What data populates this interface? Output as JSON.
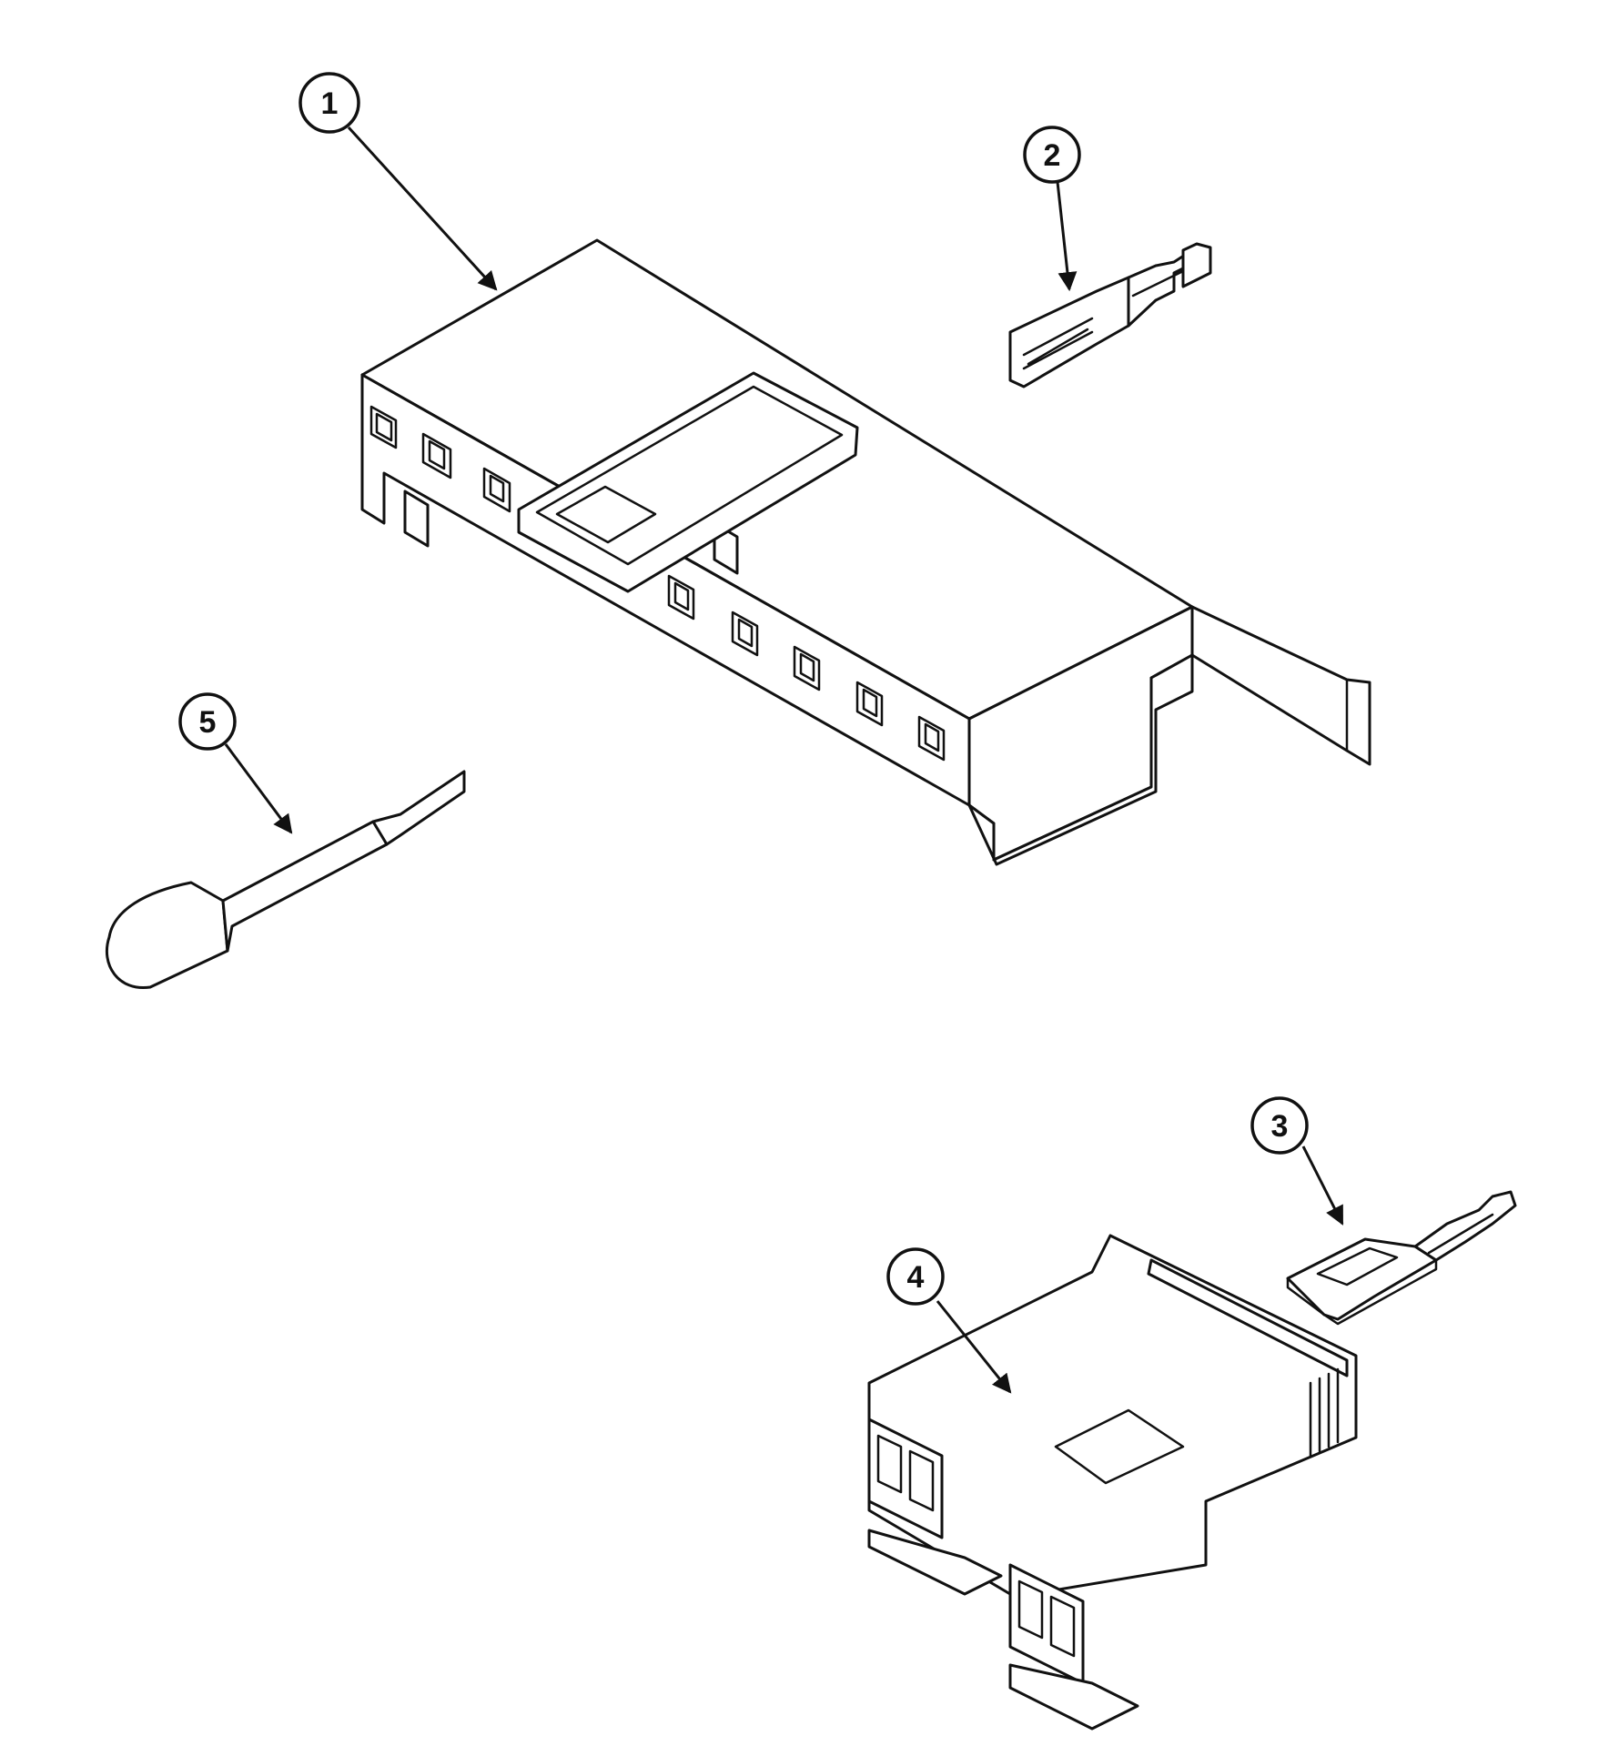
{
  "callouts": {
    "c1": {
      "number": "1"
    },
    "c2": {
      "number": "2"
    },
    "c3": {
      "number": "3"
    },
    "c4": {
      "number": "4"
    },
    "c5": {
      "number": "5"
    }
  },
  "colors": {
    "line": "#111111",
    "background": "#ffffff"
  }
}
